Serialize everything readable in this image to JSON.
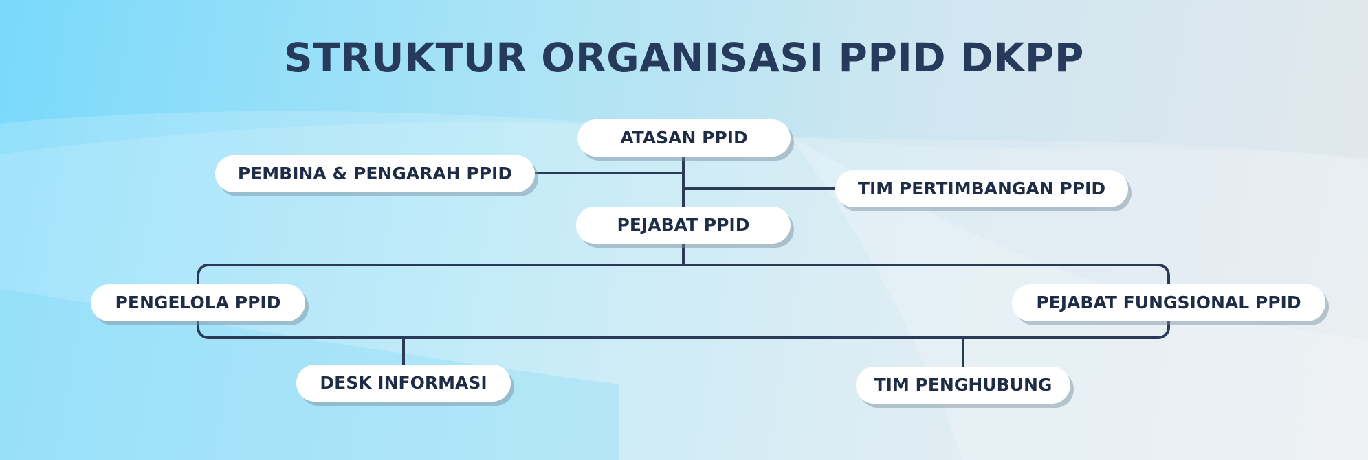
{
  "diagram": {
    "title": "STRUKTUR ORGANISASI PPID DKPP",
    "nodes": {
      "atasan": "ATASAN PPID",
      "pembina": "PEMBINA & PENGARAH PPID",
      "tim_pertimbangan": "TIM PERTIMBANGAN PPID",
      "pejabat": "PEJABAT PPID",
      "pengelola": "PENGELOLA PPID",
      "pejabat_fungsional": "PEJABAT FUNGSIONAL PPID",
      "desk_informasi": "DESK INFORMASI",
      "tim_penghubung": "TIM PENGHUBUNG"
    },
    "colors": {
      "title": "#263a5c",
      "connector": "#2b3a56",
      "node_fill": "#ffffff",
      "node_text": "#1e2d45"
    }
  }
}
